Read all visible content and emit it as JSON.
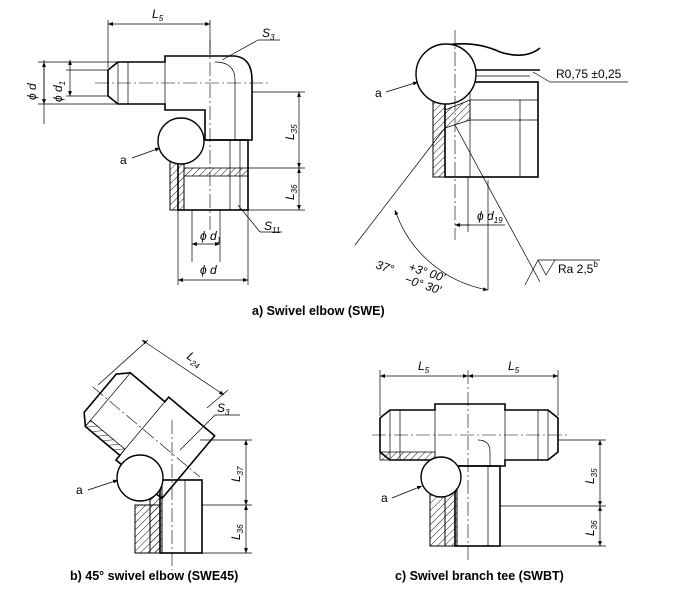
{
  "labels": {
    "L5": "L",
    "L5_sub": "5",
    "S3": "S",
    "S3_sub": "3",
    "phi_d": "ϕ d",
    "phi_d1": "ϕ d",
    "d1_sub": "1",
    "L35": "L",
    "L35_sub": "35",
    "L36": "L",
    "L36_sub": "36",
    "L37": "L",
    "L37_sub": "37",
    "L24": "L",
    "L24_sub": "24",
    "S11": "S",
    "S11_sub": "11",
    "phi_d19": "ϕ d",
    "d19_sub": "19",
    "a": "a",
    "radius": "R0,75  ±0,25",
    "roughness": "Ra 2,5",
    "roughness_sup": "b",
    "angle_base": "37°",
    "angle_tol_upper": "+3°  00′",
    "angle_tol_lower": "−0°  30′"
  },
  "captions": {
    "a": "a)   Swivel elbow (SWE)",
    "b": "b)   45° swivel elbow (SWE45)",
    "c": "c)   Swivel branch tee (SWBT)"
  }
}
